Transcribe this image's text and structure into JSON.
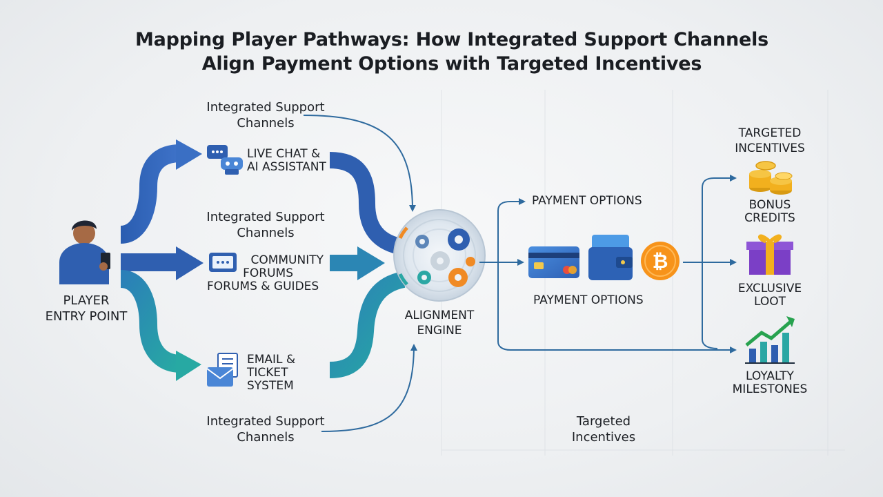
{
  "title": {
    "line1": "Mapping Player Pathways: How Integrated Support Channels",
    "line2": "Align Payment Options with Targeted Incentives"
  },
  "player": {
    "line1": "PLAYER",
    "line2": "ENTRY POINT"
  },
  "support_headings": {
    "top": {
      "line1": "Integrated Support",
      "line2": "Channels"
    },
    "middle": {
      "line1": "Integrated Support",
      "line2": "Channels"
    },
    "bottom": {
      "line1": "Integrated Support",
      "line2": "Channels"
    }
  },
  "support_channels": {
    "live_chat": {
      "line1": "LIVE CHAT &",
      "line2": "AI ASSISTANT"
    },
    "community": {
      "line1": "COMMUNITY",
      "line2": "FORUMS",
      "line3": "FORUMS & GUIDES"
    },
    "email": {
      "line1": "EMAIL &",
      "line2": "TICKET",
      "line3": "SYSTEM"
    }
  },
  "engine": {
    "line1": "ALIGNMENT",
    "line2": "ENGINE"
  },
  "payment": {
    "top_label": "PAYMENT OPTIONS",
    "bottom_label": "PAYMENT OPTIONS"
  },
  "incentives": {
    "heading": {
      "line1": "TARGETED",
      "line2": "INCENTIVES"
    },
    "bonus": {
      "line1": "BONUS",
      "line2": "CREDITS"
    },
    "loot": {
      "line1": "EXCLUSIVE",
      "line2": "LOOT"
    },
    "loyalty": {
      "line1": "LOYALTY",
      "line2": "MILESTONES"
    },
    "footer": {
      "line1": "Targeted",
      "line2": "Incentives"
    }
  },
  "colors": {
    "blue_dark": "#2f5fb0",
    "blue": "#3a6fc4",
    "teal": "#2aa7a4",
    "line_blue": "#2e6a9e",
    "bitcoin": "#f7931a",
    "gear_orange": "#f08a24",
    "gift_purple": "#7b3fc6",
    "coin_gold": "#f2b01e"
  },
  "icons": [
    "player-phone-icon",
    "chat-bot-icon",
    "forum-chat-icon",
    "email-ticket-icon",
    "gears-icon",
    "credit-card-icon",
    "wallet-icon",
    "bitcoin-icon",
    "coins-icon",
    "gift-icon",
    "growth-chart-icon"
  ]
}
